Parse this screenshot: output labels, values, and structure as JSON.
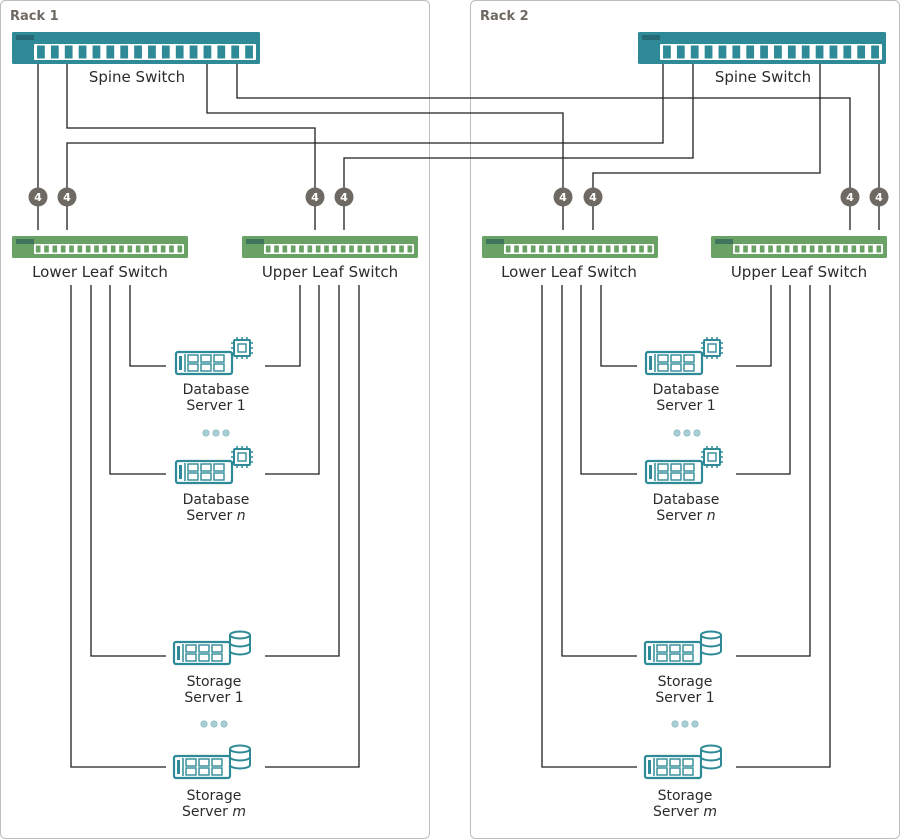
{
  "colors": {
    "spine": "#2e8a96",
    "leaf": "#6aa266",
    "server": "#2e8a96",
    "badge": "#6e6962",
    "rack_border": "#bdbdbd",
    "ellipsis": "#a9cfd5"
  },
  "racks": [
    {
      "label": "Rack 1",
      "spine": {
        "label": "Spine Switch"
      },
      "leaves": {
        "lower": "Lower Leaf Switch",
        "upper": "Upper Leaf Switch"
      },
      "db_servers": [
        {
          "line1": "Database",
          "line2": "Server",
          "index": "1",
          "index_italic": false
        },
        {
          "line1": "Database",
          "line2": "Server",
          "index": "n",
          "index_italic": true
        }
      ],
      "storage_servers": [
        {
          "line1": "Storage",
          "line2": "Server",
          "index": "1",
          "index_italic": false
        },
        {
          "line1": "Storage",
          "line2": "Server",
          "index": "m",
          "index_italic": true
        }
      ],
      "badges": [
        "4",
        "4",
        "4",
        "4"
      ]
    },
    {
      "label": "Rack 2",
      "spine": {
        "label": "Spine Switch"
      },
      "leaves": {
        "lower": "Lower Leaf  Switch",
        "upper": "Upper Leaf Switch"
      },
      "db_servers": [
        {
          "line1": "Database",
          "line2": "Server",
          "index": "1",
          "index_italic": false
        },
        {
          "line1": "Database",
          "line2": "Server",
          "index": "n",
          "index_italic": true
        }
      ],
      "storage_servers": [
        {
          "line1": "Storage",
          "line2": "Server",
          "index": "1",
          "index_italic": false
        },
        {
          "line1": "Storage",
          "line2": "Server",
          "index": "m",
          "index_italic": true
        }
      ],
      "badges": [
        "4",
        "4",
        "4",
        "4"
      ]
    }
  ],
  "icons": {
    "spine_switch": "network-switch-icon",
    "leaf_switch": "network-switch-icon",
    "database_server": "server-cpu-icon",
    "storage_server": "server-disk-icon",
    "link_count": "link-count-badge",
    "ellipsis": "more-dots-icon"
  }
}
